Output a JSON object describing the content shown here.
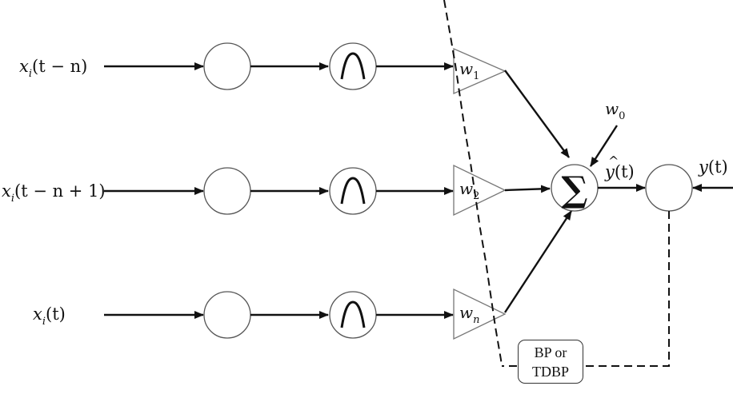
{
  "inputs": [
    {
      "var": "x",
      "sub": "i",
      "arg": "(t − n)"
    },
    {
      "var": "x",
      "sub": "i",
      "arg": "(t − n + 1)"
    },
    {
      "var": "x",
      "sub": "i",
      "arg": "(t)"
    }
  ],
  "weights": [
    {
      "var": "w",
      "sub": "1"
    },
    {
      "var": "w",
      "sub": "2"
    },
    {
      "var": "w",
      "sub": "n"
    }
  ],
  "bias": {
    "var": "w",
    "sub": "0"
  },
  "sum_symbol": "∑",
  "output_estimate": {
    "hat": "^",
    "var": "y",
    "arg": "(t)"
  },
  "target": {
    "var": "y",
    "arg": "(t)"
  },
  "training_box": {
    "line1": "BP or",
    "line2": "TDBP"
  },
  "colors": {
    "stroke": "#111111",
    "circle": "#555555",
    "triangle": "#777777"
  }
}
